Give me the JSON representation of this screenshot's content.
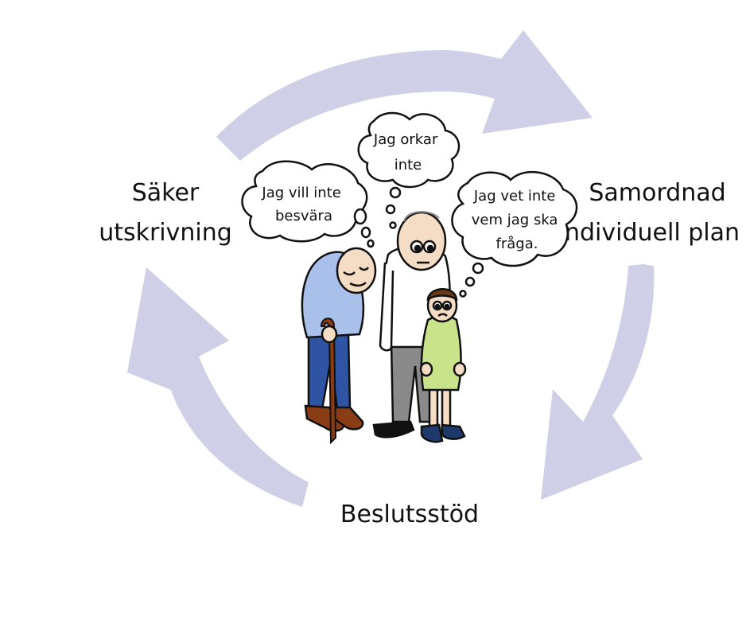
{
  "cycle": {
    "left_label": [
      "Säker",
      "utskrivning"
    ],
    "right_label": [
      "Samordnad",
      "ndividuell plan"
    ],
    "bottom_label": "Beslutsstöd",
    "arrow_color": "#cfcfe8"
  },
  "bubbles": {
    "elder": [
      "Jag vill inte",
      "besvära"
    ],
    "man": [
      "Jag orkar",
      "inte"
    ],
    "child": [
      "Jag vet inte",
      "vem jag ska",
      "fråga."
    ]
  }
}
